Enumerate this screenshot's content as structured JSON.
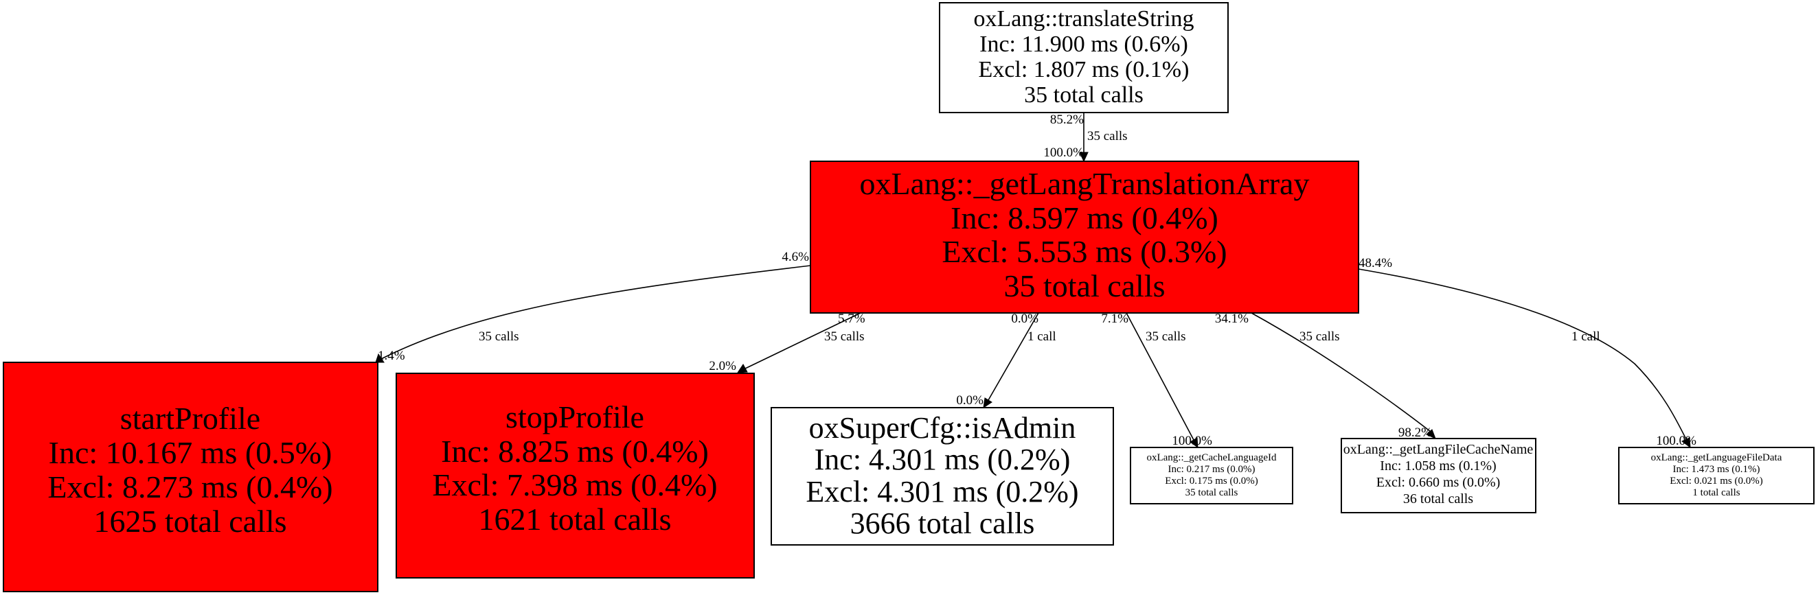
{
  "colors": {
    "hot": "#ff0000",
    "normal": "#ffffff",
    "stroke": "#000000"
  },
  "nodes": {
    "translateString": {
      "fill": "#ffffff",
      "lines": [
        "oxLang::translateString",
        "Inc: 11.900 ms (0.6%)",
        "Excl: 1.807 ms (0.1%)",
        "35 total calls"
      ]
    },
    "getLangTranslationArray": {
      "fill": "#ff0000",
      "lines": [
        "oxLang::_getLangTranslationArray",
        "Inc: 8.597 ms (0.4%)",
        "Excl: 5.553 ms (0.3%)",
        "35 total calls"
      ]
    },
    "startProfile": {
      "fill": "#ff0000",
      "lines": [
        "startProfile",
        "Inc: 10.167 ms (0.5%)",
        "Excl: 8.273 ms (0.4%)",
        "1625 total calls"
      ]
    },
    "stopProfile": {
      "fill": "#ff0000",
      "lines": [
        "stopProfile",
        "Inc: 8.825 ms (0.4%)",
        "Excl: 7.398 ms (0.4%)",
        "1621 total calls"
      ]
    },
    "isAdmin": {
      "fill": "#ffffff",
      "lines": [
        "oxSuperCfg::isAdmin",
        "Inc: 4.301 ms (0.2%)",
        "Excl: 4.301 ms (0.2%)",
        "3666 total calls"
      ]
    },
    "getCacheLanguageId": {
      "fill": "#ffffff",
      "lines": [
        "oxLang::_getCacheLanguageId",
        "Inc: 0.217 ms (0.0%)",
        "Excl: 0.175 ms (0.0%)",
        "35 total calls"
      ]
    },
    "getLangFileCacheName": {
      "fill": "#ffffff",
      "lines": [
        "oxLang::_getLangFileCacheName",
        "Inc: 1.058 ms (0.1%)",
        "Excl: 0.660 ms (0.0%)",
        "36 total calls"
      ]
    },
    "getLanguageFileData": {
      "fill": "#ffffff",
      "lines": [
        "oxLang::_getLanguageFileData",
        "Inc: 1.473 ms (0.1%)",
        "Excl: 0.021 ms (0.0%)",
        "1 total calls"
      ]
    }
  },
  "edges": [
    {
      "id": "e-translate-to-array",
      "from": "translateString",
      "to": "getLangTranslationArray",
      "calls": "35 calls",
      "tail_pct": "85.2%",
      "head_pct": "100.0%"
    },
    {
      "id": "e-array-to-startprofile",
      "from": "getLangTranslationArray",
      "to": "startProfile",
      "calls": "35 calls",
      "tail_pct": "4.6%",
      "head_pct": "1.4%"
    },
    {
      "id": "e-array-to-stopprofile",
      "from": "getLangTranslationArray",
      "to": "stopProfile",
      "calls": "35 calls",
      "tail_pct": "5.7%",
      "head_pct": "2.0%"
    },
    {
      "id": "e-array-to-isadmin",
      "from": "getLangTranslationArray",
      "to": "isAdmin",
      "calls": "1 call",
      "tail_pct": "0.0%",
      "head_pct": "0.0%"
    },
    {
      "id": "e-array-to-cachelangid",
      "from": "getLangTranslationArray",
      "to": "getCacheLanguageId",
      "calls": "35 calls",
      "tail_pct": "7.1%",
      "head_pct": "100.0%"
    },
    {
      "id": "e-array-to-filecachename",
      "from": "getLangTranslationArray",
      "to": "getLangFileCacheName",
      "calls": "35 calls",
      "tail_pct": "34.1%",
      "head_pct": "98.2%"
    },
    {
      "id": "e-array-to-filedata",
      "from": "getLangTranslationArray",
      "to": "getLanguageFileData",
      "calls": "1 call",
      "tail_pct": "48.4%",
      "head_pct": "100.0%"
    }
  ]
}
